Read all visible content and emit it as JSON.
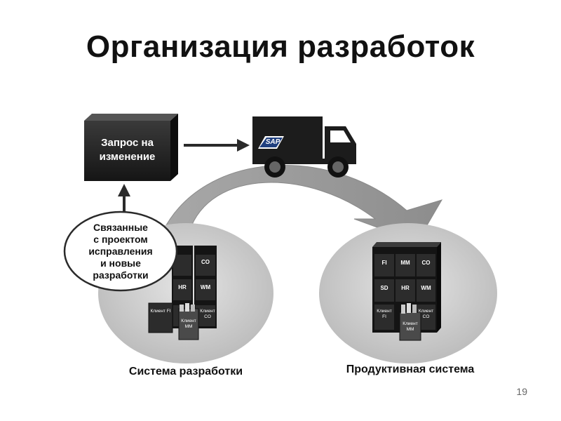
{
  "title": "Организация разработок",
  "request_box": {
    "line1": "Запрос на",
    "line2": "изменение"
  },
  "truck": {
    "logo": "SAP"
  },
  "bubble": {
    "lines": [
      "Связанные",
      "с проектом",
      "исправления",
      "и новые",
      "разработки"
    ]
  },
  "dev_system": {
    "caption": "Система разработки",
    "cells": [
      "CO",
      "HR",
      "WM"
    ],
    "clients": [
      "Клиент FI",
      "Клиент MM",
      "Клиент CO"
    ]
  },
  "prod_system": {
    "caption": "Продуктивная система",
    "cells": [
      "FI",
      "MM",
      "CO",
      "SD",
      "HR",
      "WM"
    ],
    "clients": [
      "Клиент FI",
      "Клиент MM",
      "Клиент CO"
    ]
  },
  "page_number": "19",
  "colors": {
    "dark": "#1e1e1e",
    "ellipse": "#cfcfcf",
    "arrow": "#9a9a9a",
    "bubble": "#ffffff"
  }
}
